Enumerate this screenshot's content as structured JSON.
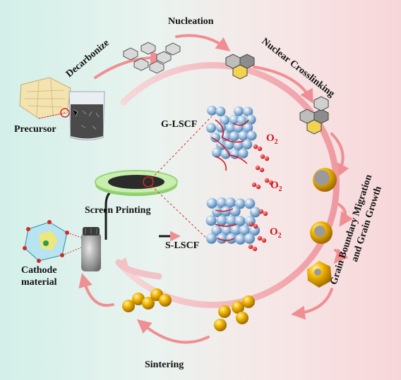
{
  "labels": {
    "nucleation": "Nucleation",
    "nuclear_crosslinking": "Nuclear Crosslinking",
    "decarbonize": "Decarbonize",
    "precursor": "Precursor",
    "g_lscf": "G-LSCF",
    "s_lscf": "S-LSCF",
    "screen_printing": "Screen Printing",
    "cathode_line1": "Cathode",
    "cathode_line2": "material",
    "grain_line1": "Grain Boundary Migration",
    "grain_line2": "and Grain Growth",
    "sintering": "Sintering",
    "o2": "O",
    "o2_sub": "2"
  },
  "colors": {
    "bg_left": "#d3efe9",
    "bg_right": "#f7d6d9",
    "arrow": "#ef8f93",
    "big_arc": "#f2a7ad",
    "sphere": "#a9c8e6",
    "gold": "#f0b400",
    "o2_red": "#d4141e",
    "ring_green": "#9bd37a"
  },
  "icons": [
    "precursor-sponge-icon",
    "beaker-icon",
    "hexagon-nuclei-icon",
    "crosslinked-hexagon-icon",
    "grain-disc-icon",
    "gold-sphere-icon",
    "perovskite-crystal-icon",
    "powder-vial-icon",
    "electrolyte-disc-icon",
    "porous-microstructure-icon",
    "oxygen-molecule-icon"
  ]
}
